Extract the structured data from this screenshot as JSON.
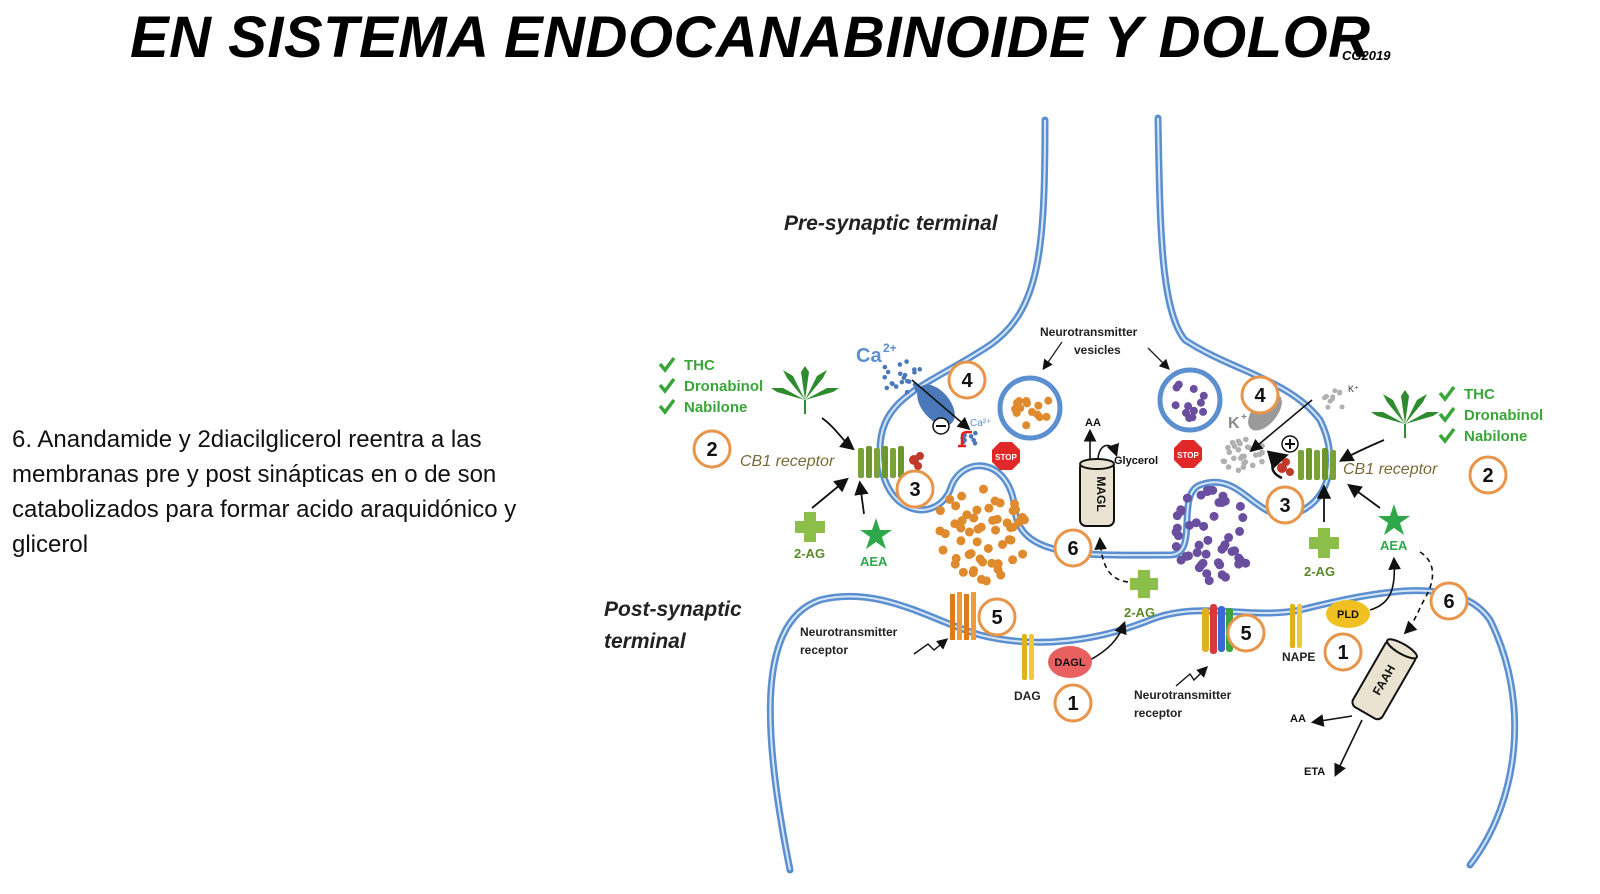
{
  "slide": {
    "title": "EN SISTEMA ENDOCANABINOIDE Y DOLOR",
    "credit": "CG2019",
    "body": "6. Anandamide y 2diacilglicerol reentra a las membranas pre y post sinápticas en o de son catabolizados  para formar acido araquidónico y glicerol"
  },
  "diagram": {
    "pre_terminal": "Pre-synaptic terminal",
    "post_terminal_line1": "Post-synaptic",
    "post_terminal_line2": "terminal",
    "vesicles_line1": "Neurotransmitter",
    "vesicles_line2": "vesicles",
    "drugs": [
      "THC",
      "Dronabinol",
      "Nabilone"
    ],
    "cb1_receptor": "CB1 receptor",
    "ca_ion": "Ca",
    "ca_charge": "2+",
    "ca_small": "Ca²⁺",
    "k_ion": "K",
    "k_charge": "+",
    "k_small": "K⁺",
    "stop": "STOP",
    "aa": "AA",
    "glycerol": "Glycerol",
    "magl": "MAGL",
    "two_ag": "2-AG",
    "aea": "AEA",
    "nt_receptor_line1": "Neurotransmitter",
    "nt_receptor_line2": "receptor",
    "dagl": "DAGL",
    "dag": "DAG",
    "pld": "PLD",
    "nape": "NAPE",
    "faah": "FAAH",
    "eta": "ETA",
    "numbers": [
      "1",
      "2",
      "3",
      "4",
      "5",
      "6"
    ],
    "colors": {
      "membrane": "#5b8fcf",
      "badge_ring": "#e8954a",
      "drug_green": "#3aa63a",
      "orange_vesicle": "#e08a2e",
      "purple_vesicle": "#6a4fa0"
    }
  }
}
